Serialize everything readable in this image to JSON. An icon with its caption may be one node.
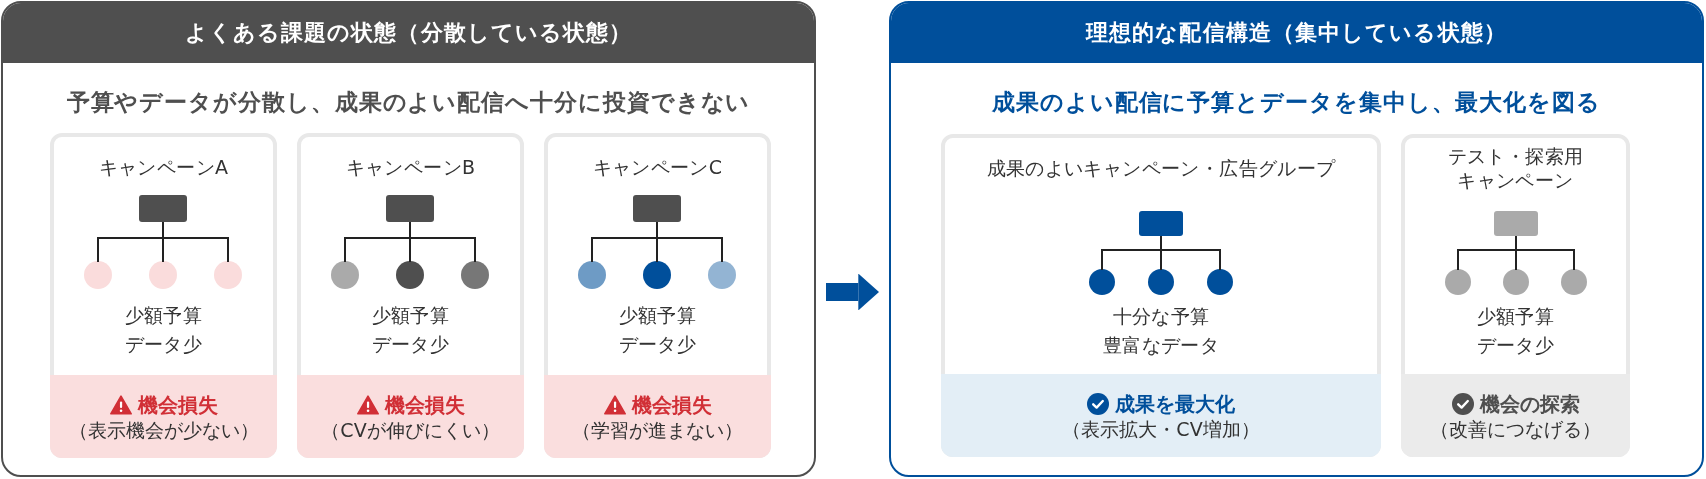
{
  "diagram": {
    "nodes": [
      {
        "text": [
          "よくある課題の状態（分散している状態）",
          "予算やデータが分散し、成果のよい配信へ十分に投資できない"
        ]
      },
      {
        "text": [
          "キャンペーンA",
          "少額予算",
          "データ少"
        ],
        "in": 0
      },
      {
        "text": [],
        "shape": "box",
        "in": 1
      },
      {
        "text": [],
        "shape": "circle",
        "in": 1
      },
      {
        "text": [],
        "shape": "circle",
        "in": 1
      },
      {
        "text": [],
        "shape": "circle",
        "in": 1
      },
      {
        "text": [
          "機会損失",
          "（表示機会が少ない）"
        ],
        "in": 1
      },
      {
        "text": [
          "キャンペーンB",
          "少額予算",
          "データ少"
        ],
        "in": 0
      },
      {
        "text": [],
        "shape": "box",
        "in": 7
      },
      {
        "text": [],
        "shape": "circle",
        "in": 7
      },
      {
        "text": [],
        "shape": "circle",
        "in": 7
      },
      {
        "text": [],
        "shape": "circle",
        "in": 7
      },
      {
        "text": [
          "機会損失",
          "（CVが伸びにくい）"
        ],
        "in": 7
      },
      {
        "text": [
          "キャンペーンC",
          "少額予算",
          "データ少"
        ],
        "in": 0
      },
      {
        "text": [],
        "shape": "box",
        "in": 13
      },
      {
        "text": [],
        "shape": "circle",
        "in": 13
      },
      {
        "text": [],
        "shape": "circle",
        "in": 13
      },
      {
        "text": [],
        "shape": "circle",
        "in": 13
      },
      {
        "text": [
          "機会損失",
          "（学習が進まない）"
        ],
        "in": 13
      },
      {
        "text": [
          "理想的な配信構造（集中している状態）",
          "成果のよい配信に予算とデータを集中し、最大化を図る"
        ]
      },
      {
        "text": [
          "成果のよいキャンペーン・広告グループ",
          "十分な予算",
          "豊富なデータ"
        ],
        "in": 19
      },
      {
        "text": [],
        "shape": "box",
        "in": 20
      },
      {
        "text": [],
        "shape": "circle",
        "in": 20
      },
      {
        "text": [],
        "shape": "circle",
        "in": 20
      },
      {
        "text": [],
        "shape": "circle",
        "in": 20
      },
      {
        "text": [
          "成果を最大化",
          "（表示拡大・CV増加）"
        ],
        "in": 20
      },
      {
        "text": [
          "テスト・探索用キャンペーン",
          "少額予算",
          "データ少"
        ],
        "in": 19
      },
      {
        "text": [],
        "shape": "box",
        "in": 26
      },
      {
        "text": [],
        "shape": "circle",
        "in": 26
      },
      {
        "text": [],
        "shape": "circle",
        "in": 26
      },
      {
        "text": [],
        "shape": "circle",
        "in": 26
      },
      {
        "text": [
          "機会の探索",
          "（改善につなげる）"
        ],
        "in": 26
      }
    ],
    "edges": [
      {
        "from": 2,
        "to": 3,
        "arrow": "none"
      },
      {
        "from": 2,
        "to": 4,
        "arrow": "none"
      },
      {
        "from": 2,
        "to": 5,
        "arrow": "none"
      },
      {
        "from": 8,
        "to": 9,
        "arrow": "none"
      },
      {
        "from": 8,
        "to": 10,
        "arrow": "none"
      },
      {
        "from": 8,
        "to": 11,
        "arrow": "none"
      },
      {
        "from": 14,
        "to": 15,
        "arrow": "none"
      },
      {
        "from": 14,
        "to": 16,
        "arrow": "none"
      },
      {
        "from": 14,
        "to": 17,
        "arrow": "none"
      },
      {
        "from": 0,
        "to": 19,
        "arrow": "to",
        "style": "thick",
        "color": "#004f9b"
      },
      {
        "from": 21,
        "to": 22,
        "arrow": "none"
      },
      {
        "from": 21,
        "to": 23,
        "arrow": "none"
      },
      {
        "from": 21,
        "to": 24,
        "arrow": "none"
      },
      {
        "from": 27,
        "to": 28,
        "arrow": "none"
      },
      {
        "from": 27,
        "to": 29,
        "arrow": "none"
      },
      {
        "from": 27,
        "to": 30,
        "arrow": "none"
      }
    ]
  }
}
